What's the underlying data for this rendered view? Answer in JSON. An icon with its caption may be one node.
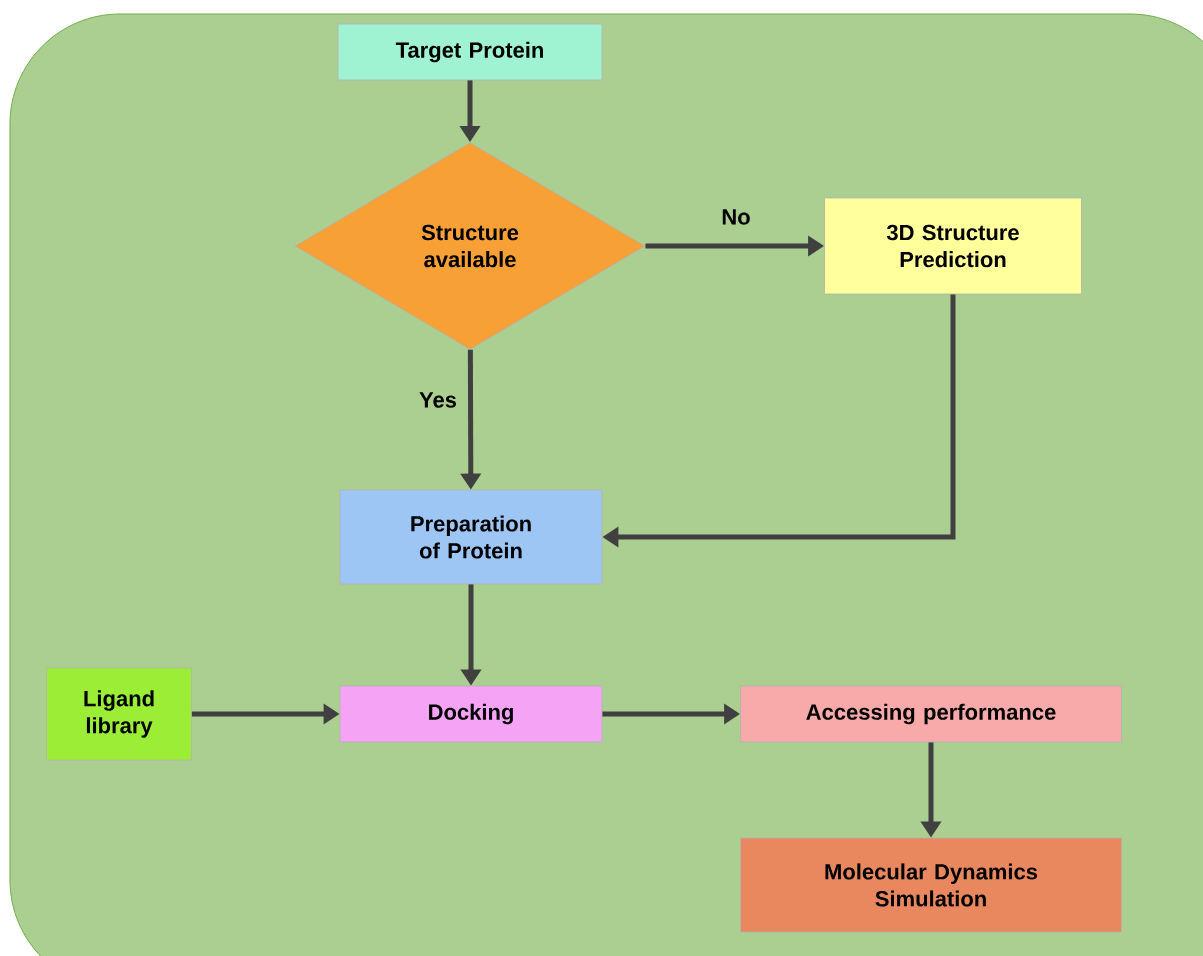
{
  "diagram": {
    "nodes": [
      {
        "text": [
          "Target Protein"
        ]
      },
      {
        "text": [
          "Structure available"
        ]
      },
      {
        "text": [
          "3D Structure Prediction"
        ]
      },
      {
        "text": [
          "Preparation of Protein"
        ]
      },
      {
        "text": [
          "Ligand library"
        ]
      },
      {
        "text": [
          "Docking"
        ]
      },
      {
        "text": [
          "Accessing performance"
        ]
      },
      {
        "text": [
          "Molecular Dynamics Simulation"
        ]
      }
    ],
    "edges": [
      {
        "from": 0,
        "to": 1,
        "arrow": "to"
      },
      {
        "from": 1,
        "to": 2,
        "arrow": "to",
        "label": "No"
      },
      {
        "from": 1,
        "to": 3,
        "arrow": "to",
        "label": "Yes"
      },
      {
        "from": 2,
        "to": 3,
        "arrow": "to"
      },
      {
        "from": 3,
        "to": 5,
        "arrow": "to"
      },
      {
        "from": 4,
        "to": 5,
        "arrow": "to"
      },
      {
        "from": 5,
        "to": 6,
        "arrow": "to"
      },
      {
        "from": 6,
        "to": 7,
        "arrow": "to"
      }
    ]
  }
}
